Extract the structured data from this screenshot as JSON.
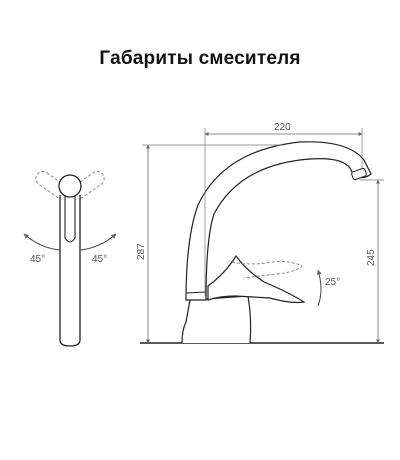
{
  "title": "Габариты смесителя",
  "dimensions": {
    "spout_reach": "220",
    "total_height": "287",
    "spout_height": "245",
    "handle_tilt": "25°",
    "rotate_left": "45°",
    "rotate_right": "45°"
  },
  "colors": {
    "outline": "#222222",
    "dimension_line": "#666666",
    "dashed_ghost": "#888888",
    "title_text": "#111111"
  }
}
